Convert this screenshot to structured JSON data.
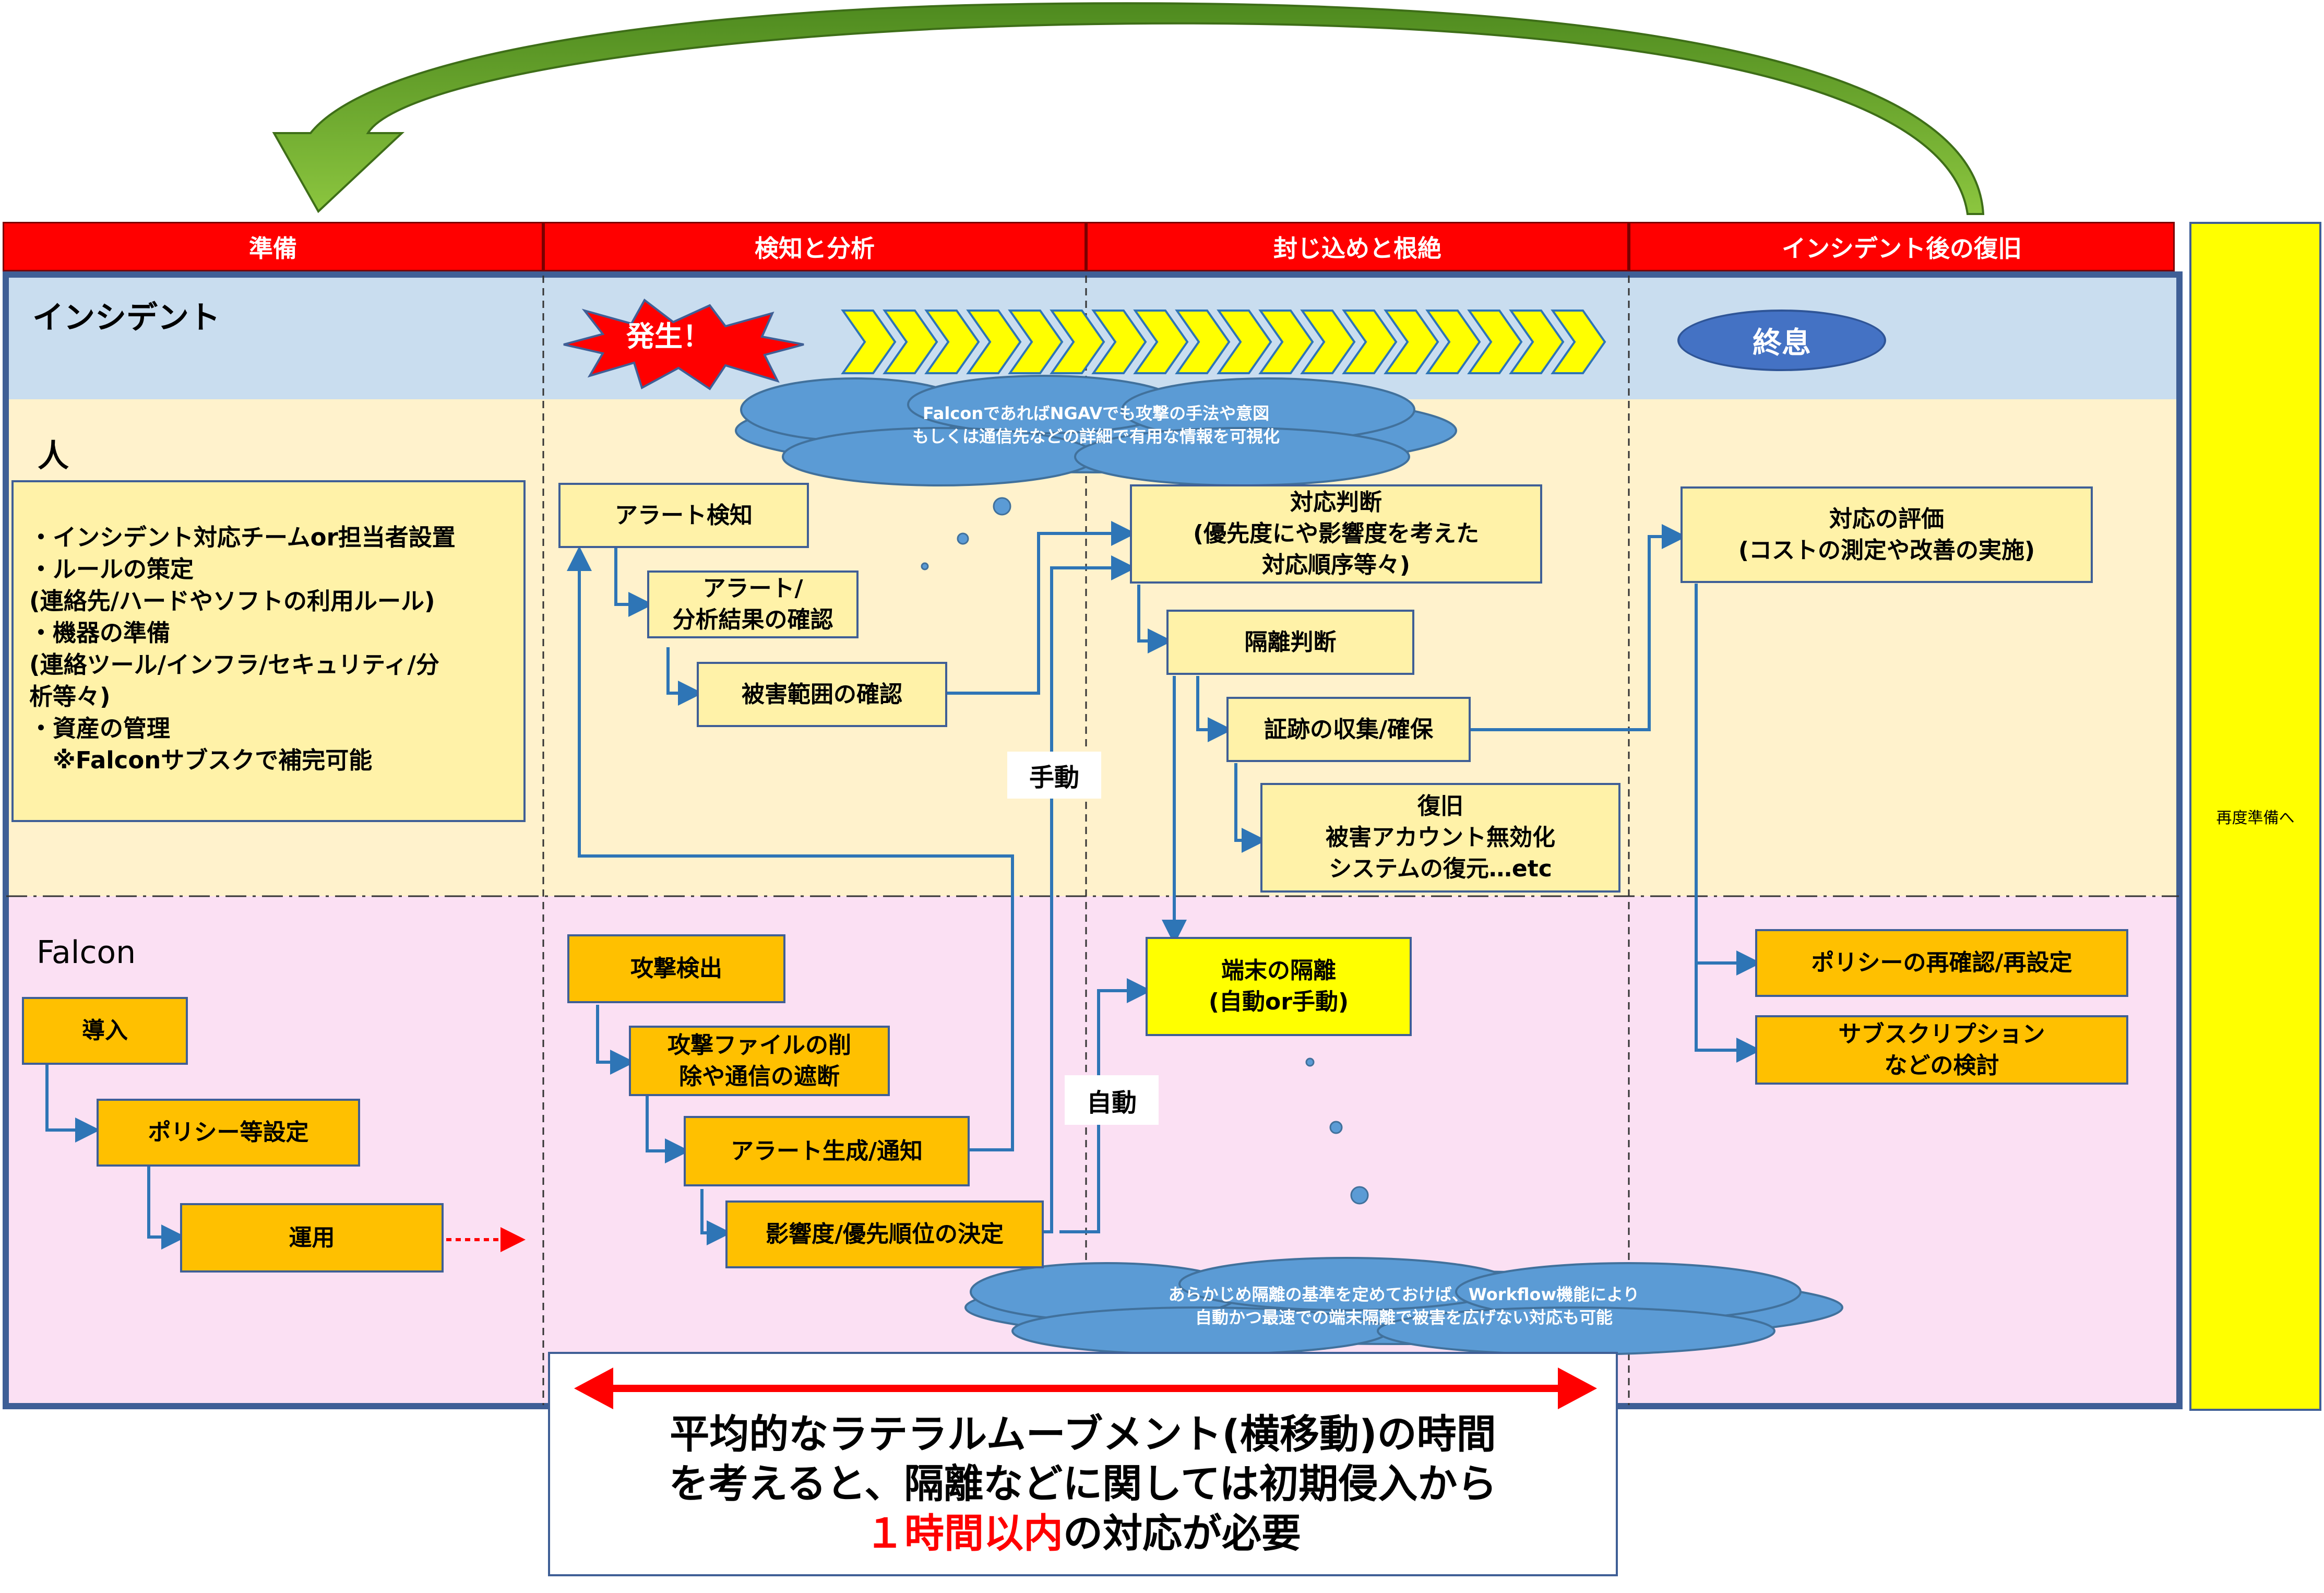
{
  "phases": [
    "準備",
    "検知と分析",
    "封じ込めと根絶",
    "インシデント後の復旧"
  ],
  "side_label": "再度準備へ",
  "rows": {
    "incident": "インシデント",
    "people": "人",
    "falcon": "Falcon"
  },
  "incident": {
    "burst": "発生！",
    "end": "終息"
  },
  "cloud_top": "FalconであればNGAVでも攻撃の手法や意図\nもしくは通信先などの詳細で有用な情報を可視化",
  "cloud_bottom": "あらかじめ隔離の基準を定めておけば、Workflow機能により\n自動かつ最速での端末隔離で被害を広げない対応も可能",
  "prep_text": "・インシデント対応チームor担当者設置\n・ルールの策定\n(連絡先/ハードやソフトの利用ルール)\n・機器の準備\n(連絡ツール/インフラ/セキュリティ/分\n析等々)\n・資産の管理\n　※Falconサブスクで補完可能",
  "people": {
    "alert_detect": "アラート検知",
    "alert_check": "アラート/\n分析結果の確認",
    "damage_check": "被害範囲の確認",
    "response_judge": "対応判断\n(優先度にや影響度を考えた\n対応順序等々)",
    "isolation_judge": "隔離判断",
    "evidence": "証跡の収集/確保",
    "recovery": "復旧\n被害アカウント無効化\nシステムの復元…etc",
    "evaluation": "対応の評価\n(コストの測定や改善の実施)"
  },
  "falcon": {
    "install": "導入",
    "policy": "ポリシー等設定",
    "operate": "運用",
    "attack_detect": "攻撃検出",
    "attack_block": "攻撃ファイルの削\n除や通信の遮断",
    "alert_notify": "アラート生成/通知",
    "priority": "影響度/優先順位の決定",
    "endpoint_isolation": "端末の隔離\n(自動or手動)",
    "policy_review": "ポリシーの再確認/再設定",
    "subscription": "サブスクリプション\nなどの検討"
  },
  "labels": {
    "manual": "手動",
    "auto": "自動"
  },
  "bottom_note": {
    "line1": "平均的なラテラルムーブメント(横移動)の時間",
    "line2": "を考えると、隔離などに関しては初期侵入から",
    "line3_highlight": "１時間以内",
    "line3_rest": "の対応が必要"
  },
  "colors": {
    "phase_red": "#ff0000",
    "incident_band": "#c9ddef",
    "people_band": "#fff2cc",
    "falcon_band": "#fbe0f3",
    "side_yellow": "#ffff00",
    "flow_blue": "#2e75b6",
    "cloud_blue": "#5b9bd5",
    "arrow_green": "#6aa530"
  }
}
